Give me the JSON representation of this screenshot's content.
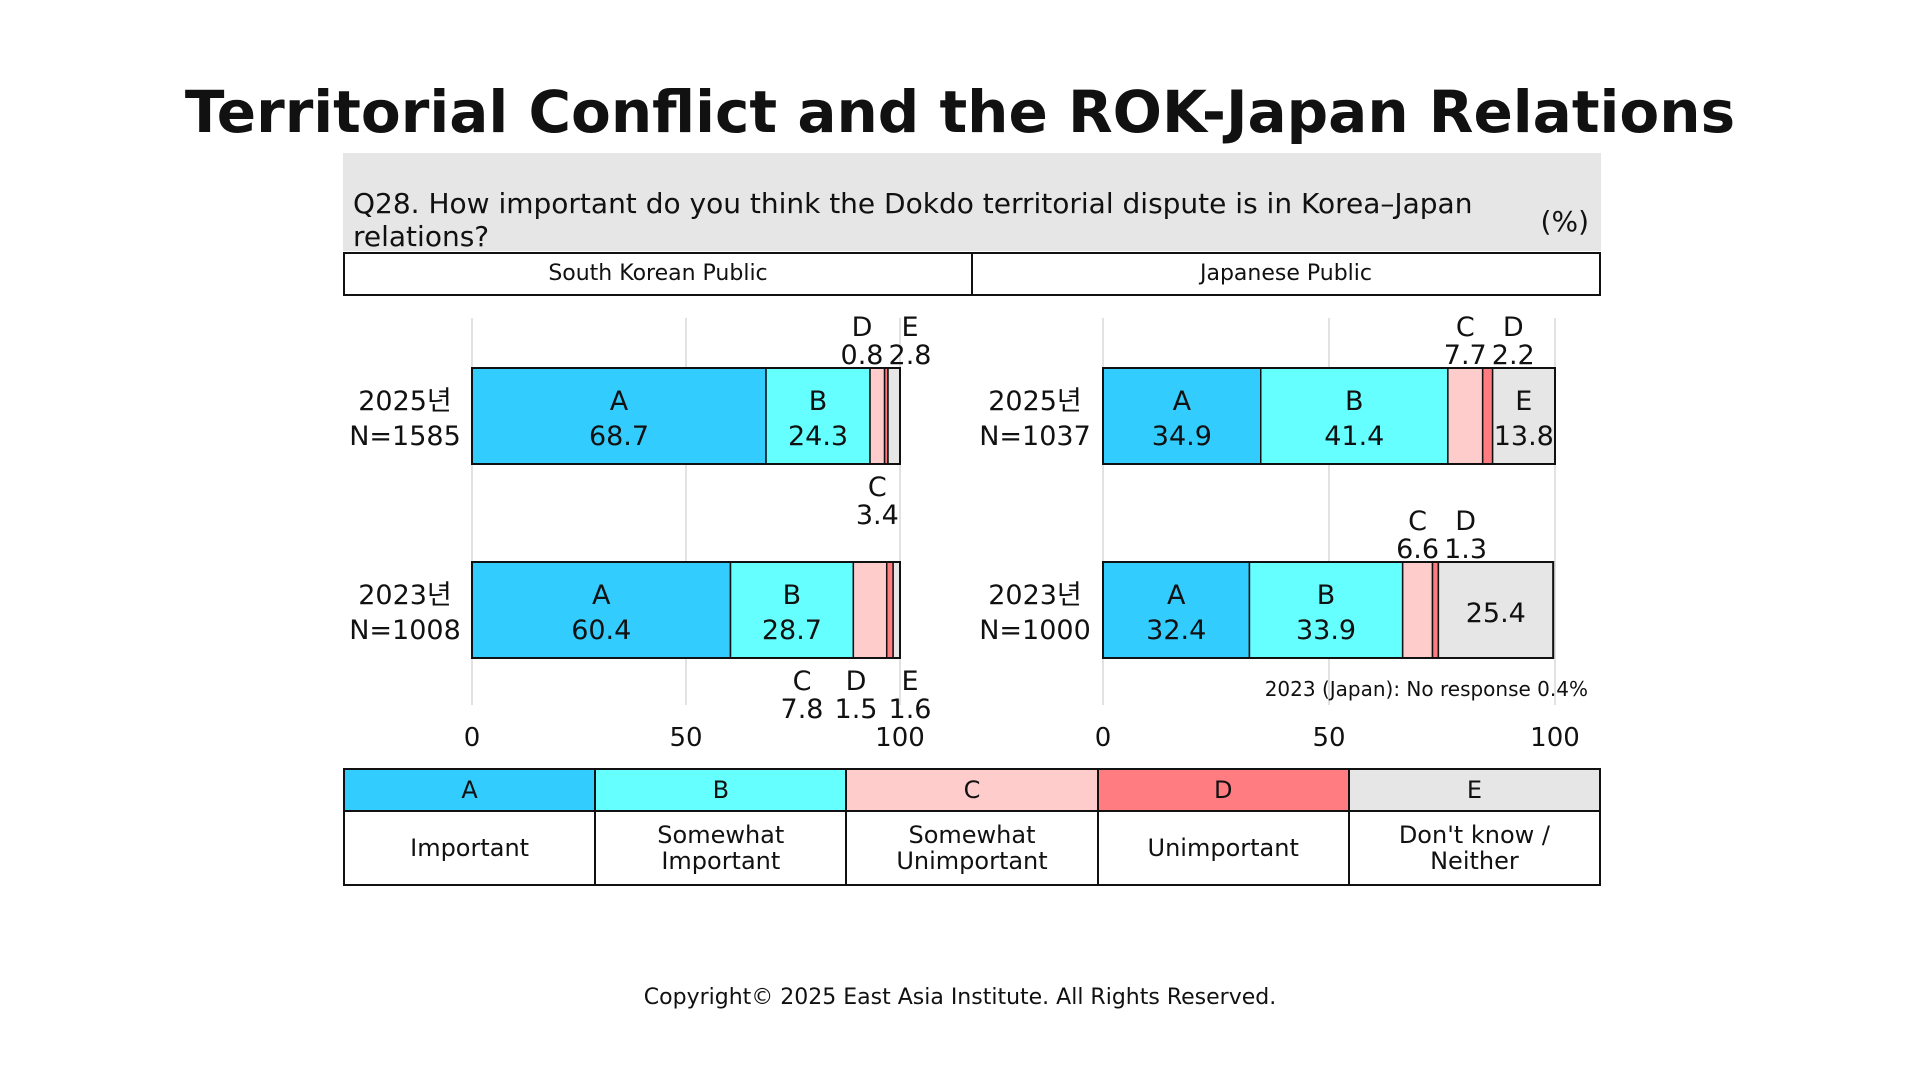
{
  "title": "Territorial Conflict and the ROK-Japan Relations",
  "question": "Q28. How important do you think the Dokdo territorial dispute is in Korea–Japan relations?",
  "unit": "(%)",
  "panels": {
    "left": "South Korean Public",
    "right": "Japanese Public"
  },
  "note": "2023 (Japan): No response 0.4%",
  "copyright": "Copyright© 2025 East Asia Institute. All Rights Reserved.",
  "legend": [
    {
      "key": "A",
      "label": "Important",
      "color": "#33ccff"
    },
    {
      "key": "B",
      "label": "Somewhat Important",
      "color": "#66ffff"
    },
    {
      "key": "C",
      "label": "Somewhat Unimportant",
      "color": "#ffcccc"
    },
    {
      "key": "D",
      "label": "Unimportant",
      "color": "#ff7c80"
    },
    {
      "key": "E",
      "label": "Don't know / Neither",
      "color": "#e6e6e6"
    }
  ],
  "chart_data": [
    {
      "type": "bar",
      "orientation": "horizontal",
      "stacked": true,
      "panel": "South Korean Public",
      "xlim": [
        0,
        100
      ],
      "xticks": [
        0,
        50,
        100
      ],
      "categories": [
        {
          "year": "2025년",
          "n": "N=1585"
        },
        {
          "year": "2023년",
          "n": "N=1008"
        }
      ],
      "series": [
        {
          "name": "A",
          "values": [
            68.7,
            60.4
          ]
        },
        {
          "name": "B",
          "values": [
            24.3,
            28.7
          ]
        },
        {
          "name": "C",
          "values": [
            3.4,
            7.8
          ]
        },
        {
          "name": "D",
          "values": [
            0.8,
            1.5
          ]
        },
        {
          "name": "E",
          "values": [
            2.8,
            1.6
          ]
        }
      ]
    },
    {
      "type": "bar",
      "orientation": "horizontal",
      "stacked": true,
      "panel": "Japanese Public",
      "xlim": [
        0,
        100
      ],
      "xticks": [
        0,
        50,
        100
      ],
      "categories": [
        {
          "year": "2025년",
          "n": "N=1037"
        },
        {
          "year": "2023년",
          "n": "N=1000"
        }
      ],
      "series": [
        {
          "name": "A",
          "values": [
            34.9,
            32.4
          ]
        },
        {
          "name": "B",
          "values": [
            41.4,
            33.9
          ]
        },
        {
          "name": "C",
          "values": [
            7.7,
            6.6
          ]
        },
        {
          "name": "D",
          "values": [
            2.2,
            1.3
          ]
        },
        {
          "name": "E",
          "values": [
            13.8,
            25.4
          ]
        }
      ]
    }
  ]
}
